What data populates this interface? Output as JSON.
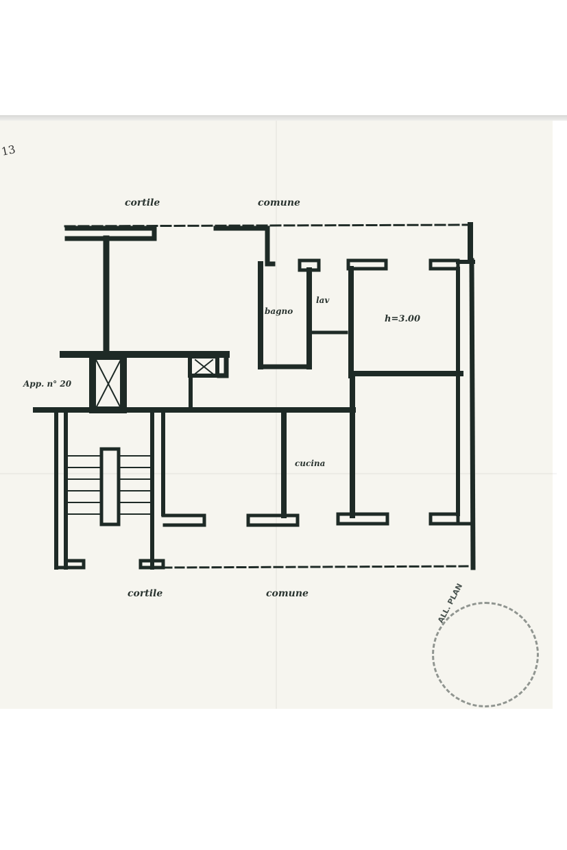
{
  "document": {
    "type": "floor-plan-scan",
    "corner_number": "13",
    "labels": {
      "top_left": "cortile",
      "top_right": "comune",
      "bottom_left": "cortile",
      "bottom_right": "comune",
      "apartment": "App. n° 20",
      "bathroom": "bagno",
      "laundry": "lav",
      "ceiling_height": "h=3.00",
      "kitchen": "cucina"
    },
    "stamp": {
      "text": "ALL. PLAN"
    },
    "colors": {
      "ink": "#1e2a26",
      "paper": "#f6f5ef"
    }
  }
}
